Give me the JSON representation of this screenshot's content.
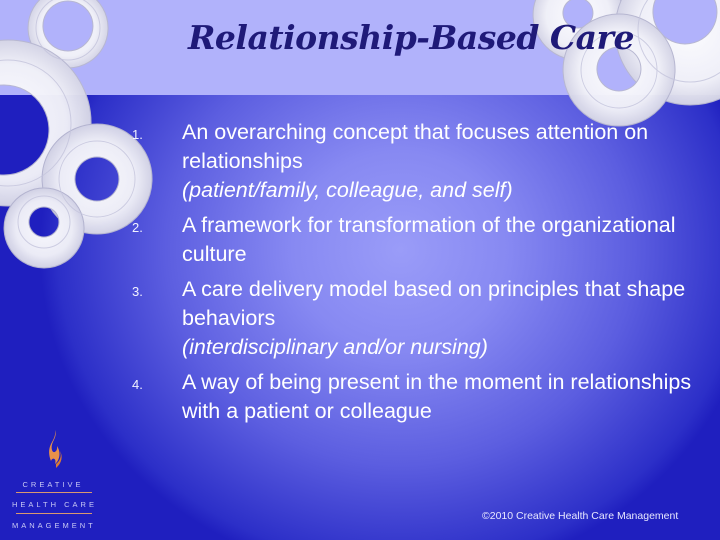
{
  "slide": {
    "title": "Relationship-Based Care",
    "items": [
      {
        "number": "1.",
        "text": "An overarching concept that focuses attention on relationships",
        "note": "(patient/family, colleague, and self)"
      },
      {
        "number": "2.",
        "text": "A framework for transformation of the organizational culture",
        "note": null
      },
      {
        "number": "3.",
        "text": "A care delivery model based on principles that shape behaviors",
        "note": "(interdisciplinary and/or nursing)"
      },
      {
        "number": "4.",
        "text": "A way of being present in the moment in relationships with a patient or colleague",
        "note": null
      }
    ],
    "footer": "©2010 Creative Health Care Management",
    "logo": {
      "icon": "flame-icon",
      "lines": [
        "CREATIVE",
        "HEALTH CARE",
        "MANAGEMENT"
      ]
    }
  },
  "colors": {
    "header_band": "#b1b2fb",
    "title": "#1f1a78",
    "background_center": "#9a9cf8",
    "background_edge": "#1f1fbf",
    "text": "#ffffff",
    "flame": "#e8904a"
  }
}
